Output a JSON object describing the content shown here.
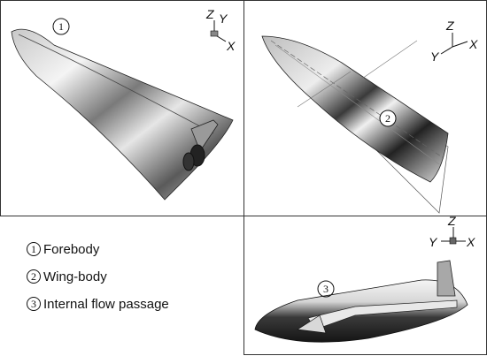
{
  "panels": {
    "forebody": {
      "number": "1",
      "axes": {
        "z": "Z",
        "y": "Y",
        "x": "X"
      }
    },
    "wingbody": {
      "number": "2",
      "axes": {
        "z": "Z",
        "y": "Y",
        "x": "X"
      }
    },
    "flowpath": {
      "number": "3",
      "axes": {
        "z": "Z",
        "y": "Y",
        "x": "X"
      }
    }
  },
  "legend": {
    "items": [
      {
        "mark": "1",
        "label": "Forebody"
      },
      {
        "mark": "2",
        "label": "Wing-body"
      },
      {
        "mark": "3",
        "label": "Internal flow passage"
      }
    ]
  },
  "colors": {
    "border": "#333333",
    "metal_light": "#f2f2f2",
    "metal_dark": "#1a1a1a"
  }
}
